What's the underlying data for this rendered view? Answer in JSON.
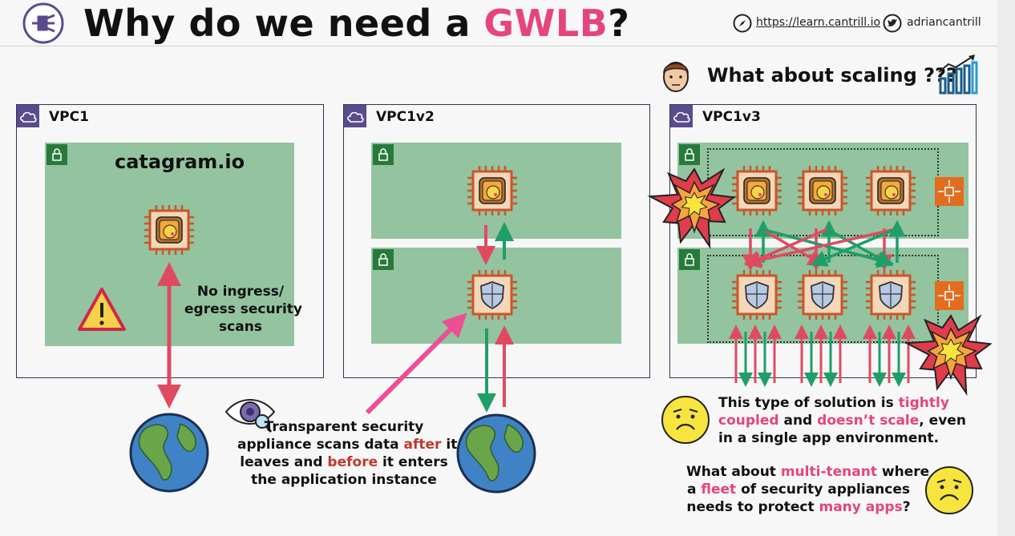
{
  "header": {
    "title_prefix": "Why do we need a ",
    "title_highlight": "GWLB",
    "title_suffix": "?",
    "link_url": "https://learn.cantrill.io",
    "twitter_handle": "adriancantrill"
  },
  "scaling_question": "What about scaling ???",
  "vpcs": [
    {
      "label": "VPC1"
    },
    {
      "label": "VPC1v2"
    },
    {
      "label": "VPC1v3"
    }
  ],
  "vpc1": {
    "app_name": "catagram.io",
    "warning": [
      "No ingress/",
      "egress security",
      "scans"
    ]
  },
  "vpc2_caption": {
    "line1": "Transparent security",
    "line2_a": "appliance scans data ",
    "line2_b": "after",
    "line2_c": " it",
    "line3_a": "leaves and ",
    "line3_b": "before",
    "line3_c": " it enters",
    "line4": "the application instance"
  },
  "vpc3_caption": {
    "line1_a": "This type of solution is ",
    "line1_b": "tightly",
    "line2_a": "coupled",
    "line2_b": " and ",
    "line2_c": "doesn’t scale",
    "line2_d": ", even",
    "line3": "in a single app environment."
  },
  "multi_tenant": {
    "line1_a": "What about ",
    "line1_b": "multi-tenant",
    "line1_c": " where",
    "line2_a": "a ",
    "line2_b": "fleet",
    "line2_c": " of security appliances",
    "line3_a": "needs to protect ",
    "line3_b": "many apps",
    "line3_c": "?"
  },
  "colors": {
    "accent_pink": "#e5447f",
    "subnet_green": "#93c49f",
    "arrow_red": "#e04a60",
    "arrow_green": "#1f9e68",
    "chip_orange": "#c8572a",
    "vpc_purple": "#5a4b8f"
  }
}
